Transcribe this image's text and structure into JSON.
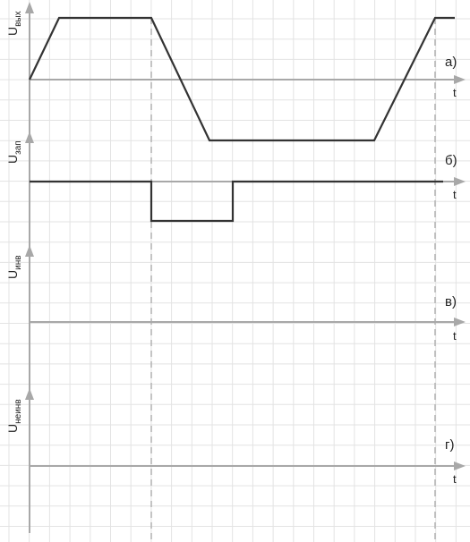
{
  "colors": {
    "background": "#ffffff",
    "grid": "#e3e3e3",
    "axis": "#a8a8a8",
    "guide": "#b6b6b6",
    "waveform": "#333333",
    "text": "#222222"
  },
  "panels": [
    {
      "id": "a",
      "label": "а)",
      "time_label": "t",
      "y_label_main": "U",
      "y_label_sub": "вых"
    },
    {
      "id": "b",
      "label": "б)",
      "time_label": "t",
      "y_label_main": "U",
      "y_label_sub": "зап"
    },
    {
      "id": "v",
      "label": "в)",
      "time_label": "t",
      "y_label_main": "U",
      "y_label_sub": "инв"
    },
    {
      "id": "g",
      "label": "г)",
      "time_label": "t",
      "y_label_main": "U",
      "y_label_sub": "неинв"
    }
  ]
}
